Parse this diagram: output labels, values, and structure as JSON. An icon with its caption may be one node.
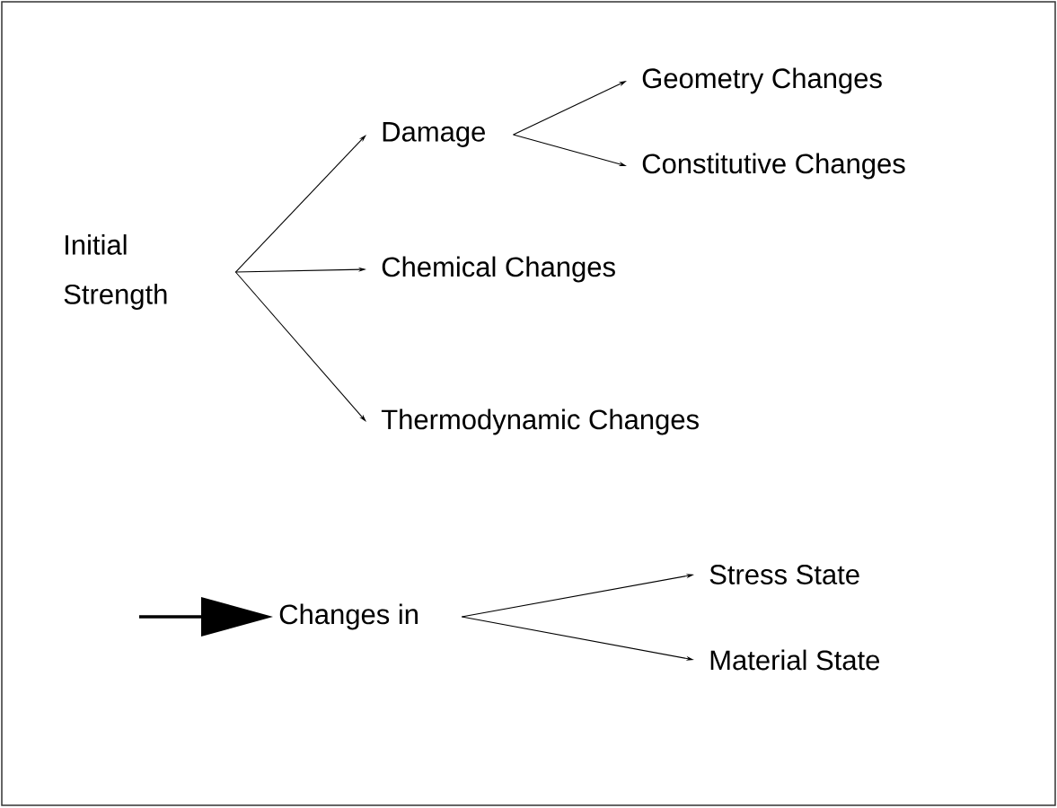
{
  "diagram": {
    "nodes": [
      {
        "text": [
          "Initial Strength"
        ]
      },
      {
        "text": [
          "Damage"
        ]
      },
      {
        "text": [
          "Geometry Changes"
        ]
      },
      {
        "text": [
          "Constitutive Changes"
        ]
      },
      {
        "text": [
          "Chemical Changes"
        ]
      },
      {
        "text": [
          "Thermodynamic Changes"
        ]
      },
      {
        "text": [
          "Changes in"
        ]
      },
      {
        "text": [
          "Stress State"
        ]
      },
      {
        "text": [
          "Material State"
        ]
      }
    ],
    "edges": [
      {
        "from": 0,
        "to": 1,
        "arrow": "to"
      },
      {
        "from": 0,
        "to": 4,
        "arrow": "to"
      },
      {
        "from": 0,
        "to": 5,
        "arrow": "to"
      },
      {
        "from": 1,
        "to": 2,
        "arrow": "to"
      },
      {
        "from": 1,
        "to": 3,
        "arrow": "to"
      },
      {
        "from": null,
        "to": 6,
        "arrow": "to",
        "style": "thick"
      },
      {
        "from": 6,
        "to": 7,
        "arrow": "to"
      },
      {
        "from": 6,
        "to": 8,
        "arrow": "to"
      }
    ]
  }
}
